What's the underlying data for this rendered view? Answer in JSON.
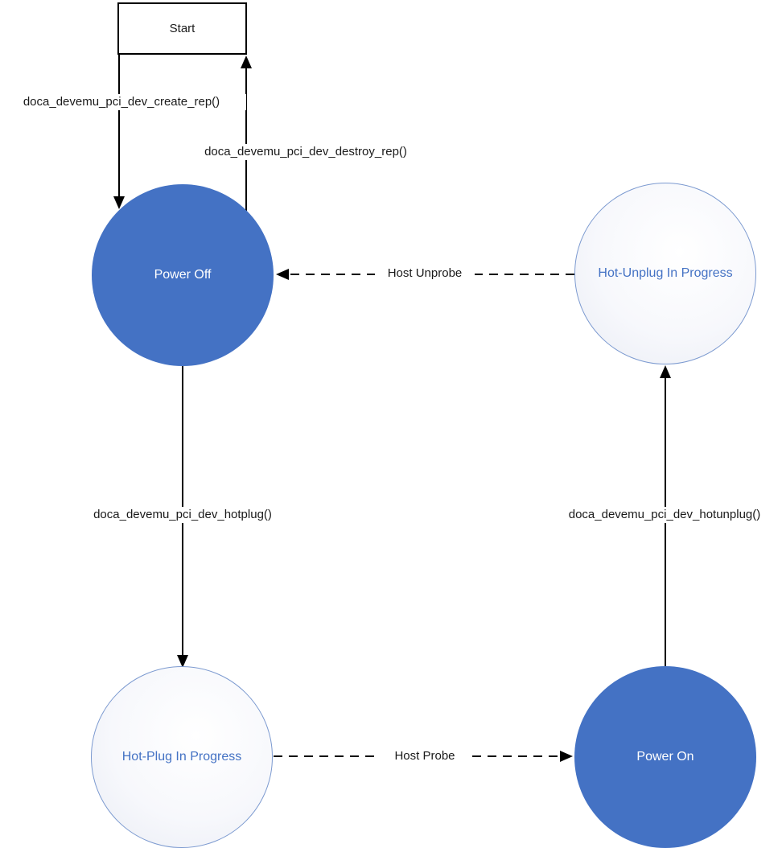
{
  "diagram": {
    "type": "state-diagram",
    "nodes": [
      {
        "id": "start",
        "label": "Start",
        "shape": "rectangle"
      },
      {
        "id": "power-off",
        "label": "Power Off",
        "shape": "circle",
        "style": "filled"
      },
      {
        "id": "hot-unplug-in-progress",
        "label": "Hot-Unplug In Progress",
        "shape": "circle",
        "style": "outline-gradient"
      },
      {
        "id": "hot-plug-in-progress",
        "label": "Hot-Plug In Progress",
        "shape": "circle",
        "style": "outline-gradient"
      },
      {
        "id": "power-on",
        "label": "Power On",
        "shape": "circle",
        "style": "filled"
      }
    ],
    "edges": [
      {
        "from": "start",
        "to": "power-off",
        "label": "doca_devemu_pci_dev_create_rep()",
        "style": "solid",
        "direction": "down"
      },
      {
        "from": "power-off",
        "to": "start",
        "label": "doca_devemu_pci_dev_destroy_rep()",
        "style": "solid",
        "direction": "up"
      },
      {
        "from": "hot-unplug-in-progress",
        "to": "power-off",
        "label": "Host Unprobe",
        "style": "dashed",
        "direction": "left"
      },
      {
        "from": "power-off",
        "to": "hot-plug-in-progress",
        "label": "doca_devemu_pci_dev_hotplug()",
        "style": "solid",
        "direction": "down"
      },
      {
        "from": "hot-plug-in-progress",
        "to": "power-on",
        "label": "Host Probe",
        "style": "dashed",
        "direction": "right"
      },
      {
        "from": "power-on",
        "to": "hot-unplug-in-progress",
        "label": "doca_devemu_pci_dev_hotunplug()",
        "style": "solid",
        "direction": "up"
      }
    ],
    "colors": {
      "filled_node_fill": "#4472C4",
      "filled_node_text": "#FFFFFF",
      "outline_node_border": "#7C9AD0",
      "outline_node_text": "#4472C4",
      "outline_node_gradient_edge": "#E9ECF4",
      "edge_stroke": "#000000",
      "background": "#FFFFFF"
    }
  }
}
